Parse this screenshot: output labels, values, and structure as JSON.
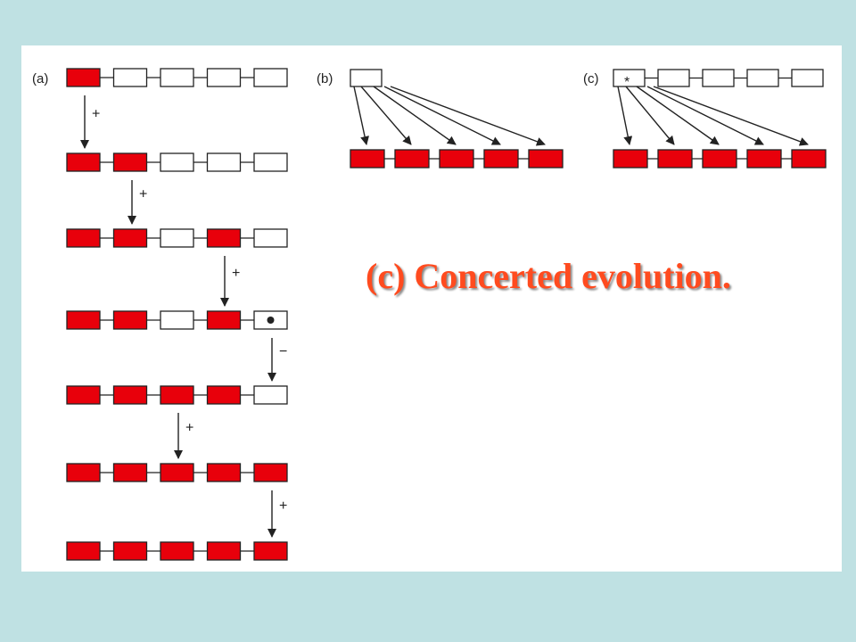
{
  "diagram": {
    "caption": "(c) Concerted evolution.",
    "colors": {
      "background": "#bfe1e3",
      "mutant": "#e8000b",
      "outline": "#222222",
      "caption": "#ff4b1f"
    },
    "panel_a": {
      "label": "(a)",
      "rows": [
        [
          "mutant",
          "wild",
          "wild",
          "wild",
          "wild"
        ],
        [
          "mutant",
          "mutant",
          "wild",
          "wild",
          "wild"
        ],
        [
          "mutant",
          "mutant",
          "wild",
          "mutant",
          "wild"
        ],
        [
          "mutant",
          "mutant",
          "wild",
          "mutant",
          "dot"
        ],
        [
          "mutant",
          "mutant",
          "mutant",
          "mutant",
          "wild"
        ],
        [
          "mutant",
          "mutant",
          "mutant",
          "mutant",
          "mutant"
        ],
        [
          "mutant",
          "mutant",
          "mutant",
          "mutant",
          "mutant"
        ]
      ],
      "steps": [
        "+",
        "+",
        "+",
        "−",
        "+",
        "+"
      ]
    },
    "panel_b": {
      "label": "(b)",
      "source": [
        "wild"
      ],
      "targets": [
        "mutant",
        "mutant",
        "mutant",
        "mutant",
        "mutant"
      ]
    },
    "panel_c": {
      "label": "(c)",
      "marker": "*",
      "source": [
        "wild",
        "wild",
        "wild",
        "wild",
        "wild"
      ],
      "targets": [
        "mutant",
        "mutant",
        "mutant",
        "mutant",
        "mutant"
      ]
    }
  }
}
